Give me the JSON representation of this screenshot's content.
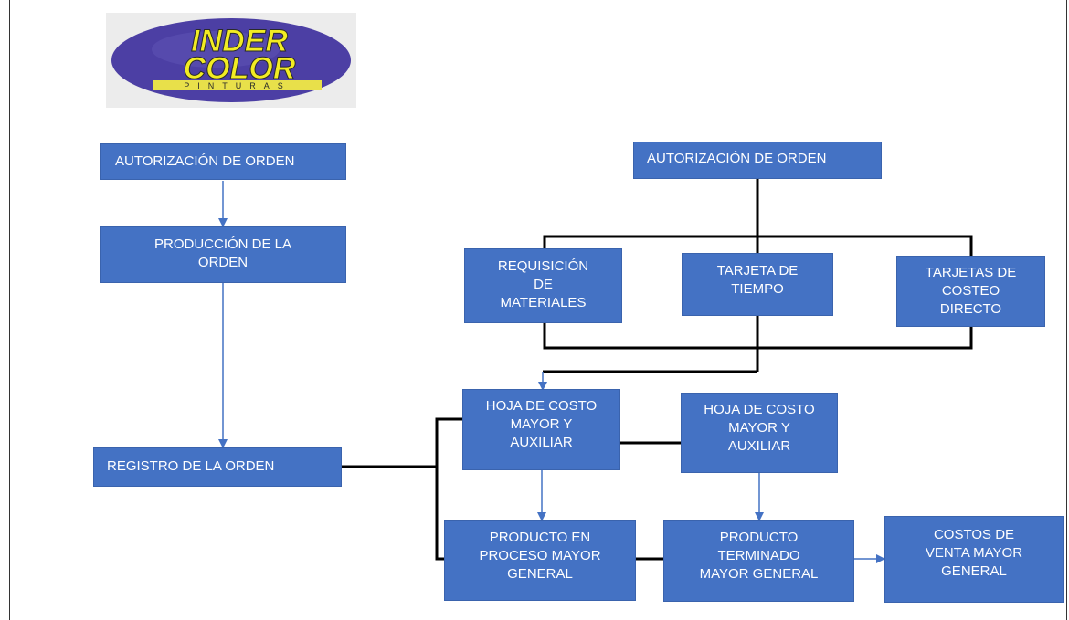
{
  "logo": {
    "line1": "INDER",
    "line2": "COLOR",
    "line3": "PINTURAS"
  },
  "colors": {
    "box": "#4472c4",
    "arrow": "#4472c4",
    "connector": "#000000",
    "logo_oval": "#4c3fa4",
    "logo_text": "#f2ec23"
  },
  "left_flow": {
    "autorizacion": "AUTORIZACIÓN DE ORDEN",
    "produccion": "PRODUCCIÓN DE  LA\nORDEN",
    "registro": "REGISTRO DE LA ORDEN"
  },
  "right_flow": {
    "autorizacion": "AUTORIZACIÓN DE ORDEN",
    "requisicion": "REQUISICIÓN\nDE\nMATERIALES",
    "tarjeta_tiempo": "TARJETA DE\nTIEMPO",
    "tarjetas_costeo": "TARJETAS DE\nCOSTEO\nDIRECTO",
    "hoja_costo_1": "HOJA DE COSTO\nMAYOR Y\nAUXILIAR",
    "hoja_costo_2": "HOJA DE COSTO\nMAYOR Y\nAUXILIAR",
    "producto_proceso": "PRODUCTO EN\nPROCESO MAYOR\nGENERAL",
    "producto_terminado": "PRODUCTO\nTERMINADO\nMAYOR  GENERAL",
    "costos_venta": "COSTOS DE\nVENTA MAYOR\nGENERAL"
  }
}
